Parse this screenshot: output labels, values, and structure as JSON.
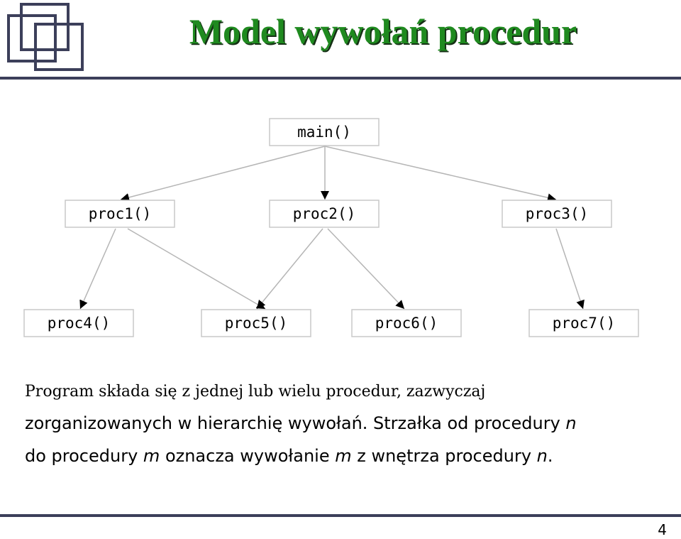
{
  "slide": {
    "title": "Model wywołań procedur",
    "page_number": "4"
  },
  "diagram": {
    "nodes": {
      "main": "main()",
      "proc1": "proc1()",
      "proc2": "proc2()",
      "proc3": "proc3()",
      "proc4": "proc4()",
      "proc5": "proc5()",
      "proc6": "proc6()",
      "proc7": "proc7()"
    },
    "edges": [
      [
        "main",
        "proc1"
      ],
      [
        "main",
        "proc2"
      ],
      [
        "main",
        "proc3"
      ],
      [
        "proc1",
        "proc4"
      ],
      [
        "proc1",
        "proc5"
      ],
      [
        "proc2",
        "proc5"
      ],
      [
        "proc2",
        "proc6"
      ],
      [
        "proc3",
        "proc7"
      ]
    ]
  },
  "text": {
    "line1": "Program składa się z jednej lub wielu procedur, zazwyczaj",
    "line2_a": "zorganizowanych w hierarchię wywołań. Strzałka od procedury ",
    "line2_n": "n",
    "line3_a": "do procedury ",
    "line3_m": "m",
    "line3_b": " oznacza wywołanie ",
    "line3_m2": "m",
    "line3_c": " z wnętrza procedury ",
    "line3_n": "n",
    "line3_end": "."
  }
}
